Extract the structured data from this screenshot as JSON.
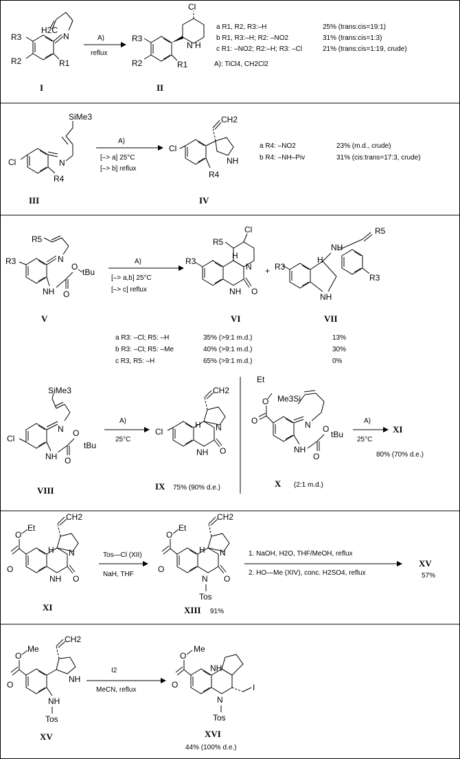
{
  "labels": {
    "I": "I",
    "II": "II",
    "III": "III",
    "IV": "IV",
    "V": "V",
    "VI": "VI",
    "VII": "VII",
    "VIII": "VIII",
    "IX": "IX",
    "X": "X",
    "XI_product": "XI",
    "XI": "XI",
    "XIII": "XIII",
    "XV_product": "XV",
    "XV": "XV",
    "XVI": "XVI"
  },
  "atoms": {
    "Cl": "Cl",
    "N": "N",
    "NH": "NH",
    "H": "H",
    "O": "O",
    "tBu": "tBu",
    "Et": "Et",
    "Me": "Me",
    "Tos": "Tos",
    "I": "I",
    "SiMe3": "SiMe3",
    "Me3Si": "Me3Si",
    "CH2": "CH2",
    "H2C": "H2C",
    "R1": "R1",
    "R2": "R2",
    "R3": "R3",
    "R4": "R4",
    "R5": "R5"
  },
  "reactions": {
    "r1": {
      "reagent": "A)",
      "condition": "reflux",
      "reagent_note": "A): TiCl4, CH2Cl2",
      "variants": [
        {
          "def": "a R1, R2, R3:–H",
          "yield": "25% (trans:cis=19:1)"
        },
        {
          "def": "b R1, R3:–H; R2: –NO2",
          "yield": "31% (trans:cis=1:3)"
        },
        {
          "def": "c R1: –NO2; R2:–H; R3: –Cl",
          "yield": "21% (trans:cis=1:19, crude)"
        }
      ]
    },
    "r2": {
      "reagent": "A)",
      "condition_a": "[–> a]  25°C",
      "condition_b": "[–> b]  reflux",
      "variants": [
        {
          "def": "a R4: –NO2",
          "yield": "23% (m.d., crude)"
        },
        {
          "def": "b R4: –NH–Piv",
          "yield": "31% (cis:trans=17:3, crude)"
        }
      ]
    },
    "r3": {
      "reagent": "A)",
      "condition_ab": "[–> a,b]  25°C",
      "condition_c": "[–> c]  reflux",
      "plus": "+",
      "variants": [
        {
          "def": "a R3: –Cl; R5: –H",
          "yield_vi": "35% (>9:1 m.d.)",
          "yield_vii": "13%"
        },
        {
          "def": "b R3: –Cl; R5: –Me",
          "yield_vi": "40% (>9:1 m.d.)",
          "yield_vii": "30%"
        },
        {
          "def": "c R3, R5: –H",
          "yield_vi": "65% (>9:1 m.d.)",
          "yield_vii": "0%"
        }
      ]
    },
    "r4": {
      "reagent": "A)",
      "condition": "25°C",
      "yield": "75% (90% d.e.)"
    },
    "r5": {
      "reagent": "A)",
      "condition": "25°C",
      "yield": "80% (70% d.e.)",
      "md": "(2:1 m.d.)"
    },
    "r6": {
      "reagent": "Tos—Cl  (XII)",
      "condition": "NaH,  THF",
      "yield": "91%"
    },
    "r7": {
      "step1": "1. NaOH,  H2O,  THF/MeOH,  reflux",
      "step2": "2. HO—Me  (XIV),  conc. H2SO4,  reflux",
      "yield": "57%"
    },
    "r8": {
      "reagent": "I2",
      "condition": "MeCN,  reflux",
      "yield": "44% (100% d.e.)"
    }
  }
}
